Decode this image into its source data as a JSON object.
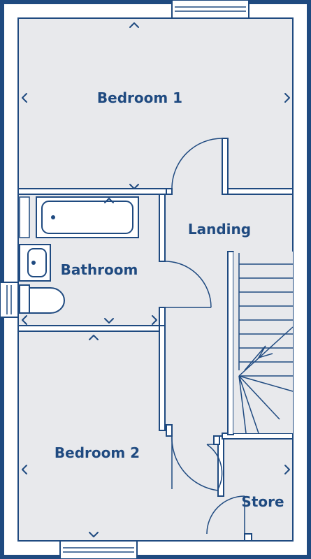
{
  "plan": {
    "rooms": {
      "bedroom1": "Bedroom 1",
      "landing": "Landing",
      "bathroom": "Bathroom",
      "bedroom2": "Bedroom 2",
      "store": "Store"
    }
  },
  "colors": {
    "line": "#1f4a80",
    "floor": "#e8e9ec",
    "background": "#ffffff"
  },
  "icons": [
    "chevron-up-icon",
    "chevron-down-icon",
    "chevron-left-icon",
    "chevron-right-icon",
    "door-swing-icon",
    "window-icon",
    "bath-icon",
    "basin-icon",
    "toilet-icon",
    "stairs-icon"
  ]
}
